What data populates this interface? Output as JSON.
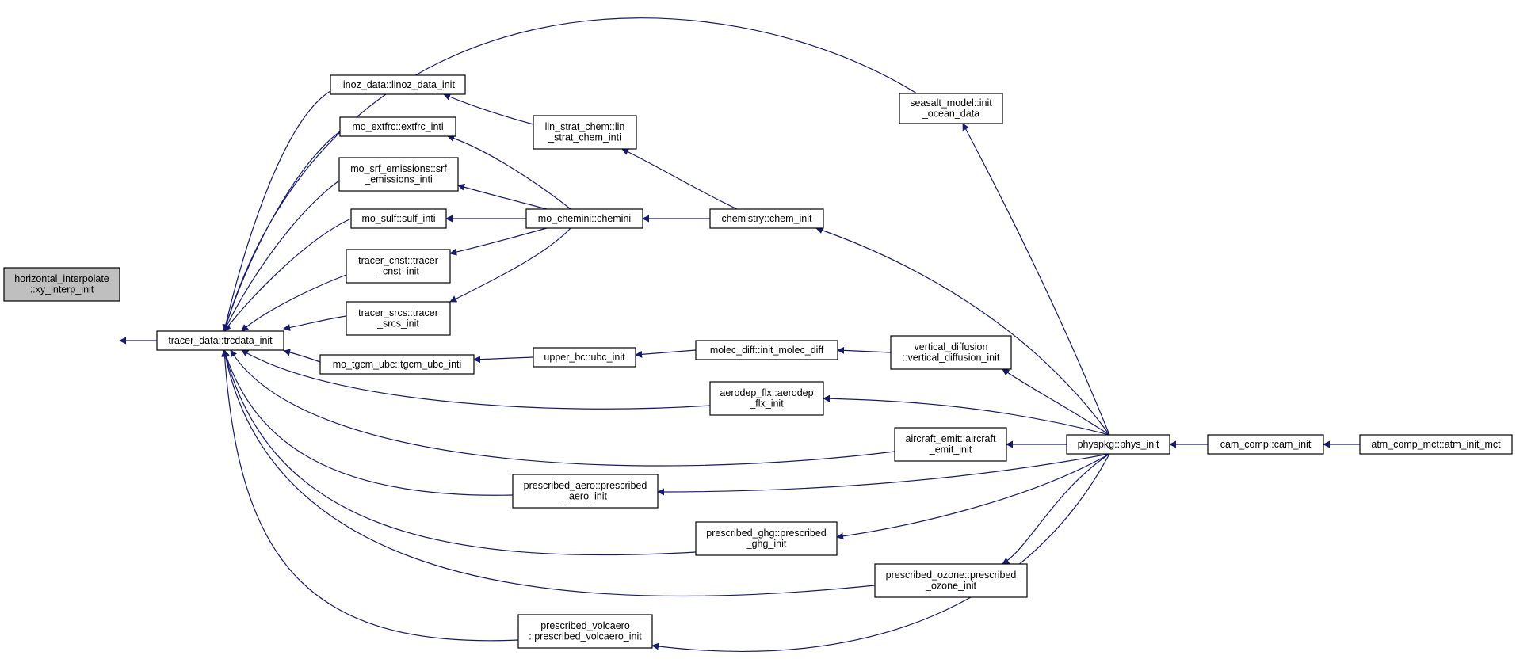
{
  "graph": {
    "edge_color": "#191970",
    "root_fill": "#bfbfbf",
    "nodes": [
      {
        "id": "root",
        "lines": [
          "horizontal_interpolate",
          "::xy_interp_init"
        ]
      },
      {
        "id": "trcdata",
        "lines": [
          "tracer_data::trcdata_init"
        ]
      },
      {
        "id": "linoz",
        "lines": [
          "linoz_data::linoz_data_init"
        ]
      },
      {
        "id": "extfrc",
        "lines": [
          "mo_extfrc::extfrc_inti"
        ]
      },
      {
        "id": "srfem",
        "lines": [
          "mo_srf_emissions::srf",
          "_emissions_inti"
        ]
      },
      {
        "id": "sulf",
        "lines": [
          "mo_sulf::sulf_inti"
        ]
      },
      {
        "id": "cnst",
        "lines": [
          "tracer_cnst::tracer",
          "_cnst_init"
        ]
      },
      {
        "id": "srcs",
        "lines": [
          "tracer_srcs::tracer",
          "_srcs_init"
        ]
      },
      {
        "id": "tgcm",
        "lines": [
          "mo_tgcm_ubc::tgcm_ubc_inti"
        ]
      },
      {
        "id": "linstrat",
        "lines": [
          "lin_strat_chem::lin",
          "_strat_chem_inti"
        ]
      },
      {
        "id": "chemini",
        "lines": [
          "mo_chemini::chemini"
        ]
      },
      {
        "id": "ubc",
        "lines": [
          "upper_bc::ubc_init"
        ]
      },
      {
        "id": "chem",
        "lines": [
          "chemistry::chem_init"
        ]
      },
      {
        "id": "molec",
        "lines": [
          "molec_diff::init_molec_diff"
        ]
      },
      {
        "id": "vdiff",
        "lines": [
          "vertical_diffusion",
          "::vertical_diffusion_init"
        ]
      },
      {
        "id": "seasalt",
        "lines": [
          "seasalt_model::init",
          "_ocean_data"
        ]
      },
      {
        "id": "aerodep",
        "lines": [
          "aerodep_flx::aerodep",
          "_flx_init"
        ]
      },
      {
        "id": "aircraft",
        "lines": [
          "aircraft_emit::aircraft",
          "_emit_init"
        ]
      },
      {
        "id": "paero",
        "lines": [
          "prescribed_aero::prescribed",
          "_aero_init"
        ]
      },
      {
        "id": "pghg",
        "lines": [
          "prescribed_ghg::prescribed",
          "_ghg_init"
        ]
      },
      {
        "id": "pozone",
        "lines": [
          "prescribed_ozone::prescribed",
          "_ozone_init"
        ]
      },
      {
        "id": "pvolc",
        "lines": [
          "prescribed_volcaero",
          "::prescribed_volcaero_init"
        ]
      },
      {
        "id": "phys",
        "lines": [
          "physpkg::phys_init"
        ]
      },
      {
        "id": "cam",
        "lines": [
          "cam_comp::cam_init"
        ]
      },
      {
        "id": "atm",
        "lines": [
          "atm_comp_mct::atm_init_mct"
        ]
      }
    ],
    "edges": [
      {
        "from": "trcdata",
        "to": "root"
      },
      {
        "from": "linoz",
        "to": "trcdata"
      },
      {
        "from": "extfrc",
        "to": "trcdata"
      },
      {
        "from": "srfem",
        "to": "trcdata"
      },
      {
        "from": "sulf",
        "to": "trcdata"
      },
      {
        "from": "cnst",
        "to": "trcdata"
      },
      {
        "from": "srcs",
        "to": "trcdata"
      },
      {
        "from": "tgcm",
        "to": "trcdata"
      },
      {
        "from": "seasalt",
        "to": "trcdata"
      },
      {
        "from": "aerodep",
        "to": "trcdata"
      },
      {
        "from": "aircraft",
        "to": "trcdata"
      },
      {
        "from": "paero",
        "to": "trcdata"
      },
      {
        "from": "pghg",
        "to": "trcdata"
      },
      {
        "from": "pozone",
        "to": "trcdata"
      },
      {
        "from": "pvolc",
        "to": "trcdata"
      },
      {
        "from": "linstrat",
        "to": "linoz"
      },
      {
        "from": "chemini",
        "to": "extfrc"
      },
      {
        "from": "chemini",
        "to": "srfem"
      },
      {
        "from": "chemini",
        "to": "sulf"
      },
      {
        "from": "chemini",
        "to": "cnst"
      },
      {
        "from": "chemini",
        "to": "srcs"
      },
      {
        "from": "ubc",
        "to": "tgcm"
      },
      {
        "from": "chem",
        "to": "linstrat"
      },
      {
        "from": "chem",
        "to": "chemini"
      },
      {
        "from": "molec",
        "to": "ubc"
      },
      {
        "from": "vdiff",
        "to": "molec"
      },
      {
        "from": "phys",
        "to": "seasalt"
      },
      {
        "from": "phys",
        "to": "chem"
      },
      {
        "from": "phys",
        "to": "vdiff"
      },
      {
        "from": "phys",
        "to": "aerodep"
      },
      {
        "from": "phys",
        "to": "aircraft"
      },
      {
        "from": "phys",
        "to": "paero"
      },
      {
        "from": "phys",
        "to": "pghg"
      },
      {
        "from": "phys",
        "to": "pozone"
      },
      {
        "from": "phys",
        "to": "pvolc"
      },
      {
        "from": "cam",
        "to": "phys"
      },
      {
        "from": "atm",
        "to": "cam"
      }
    ]
  }
}
